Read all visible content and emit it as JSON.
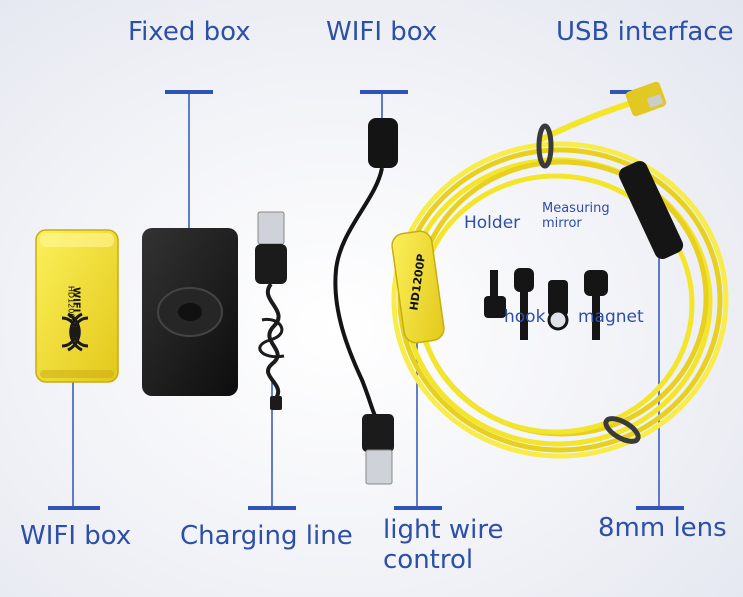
{
  "labels": {
    "fixed_box": "Fixed box",
    "wifi_box_top": "WIFI box",
    "usb_interface": "USB interface",
    "holder": "Holder",
    "measuring_mirror": "Measuring\nmirror",
    "hook": "hook",
    "magnet": "magnet",
    "wifi_box_bottom": "WIFI box",
    "charging_line": "Charging line",
    "light_wire_control": "light wire\ncontrol",
    "lens": "8mm lens"
  },
  "device_print": {
    "wifi_logo_text": "WIFI",
    "wifi_model_text": "HD1200P",
    "cable_model_text": "HD1200P"
  },
  "colors": {
    "label_blue": "#2c4fa8",
    "marker_blue": "#2e55b5",
    "cable_yellow": "#f3e52a",
    "box_black": "#1c1c1c"
  }
}
